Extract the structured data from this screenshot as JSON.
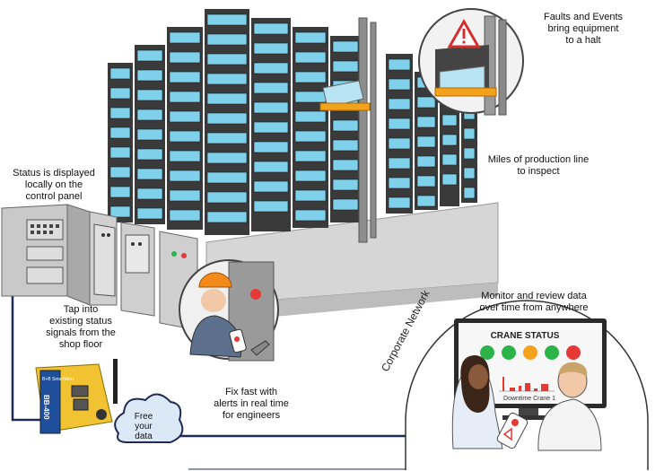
{
  "labels": {
    "faults": [
      "Faults and Events",
      "bring equipment",
      "to a halt"
    ],
    "miles": [
      "Miles of production line",
      "to inspect"
    ],
    "status": [
      "Status is displayed",
      "locally on the",
      "control panel"
    ],
    "tap": [
      "Tap into",
      "existing status",
      "signals from the",
      "shop floor"
    ],
    "fix": [
      "Fix fast with",
      "alerts in real time",
      "for engineers"
    ],
    "free": [
      "Free",
      "your",
      "data"
    ],
    "monitor": [
      "Monitor and review data",
      "over time from anywhere"
    ]
  },
  "network_label": "Corporate Network",
  "dashboard": {
    "title": "CRANE STATUS",
    "subtitle": "Downtime Crane 1",
    "lights": [
      "#2bb34a",
      "#2bb34a",
      "#f3a21b",
      "#2bb34a",
      "#e53935"
    ]
  },
  "device": {
    "model": "BB-400",
    "brand": "B+B SmartWorx"
  },
  "colors": {
    "cabinet_dark": "#3a3a3a",
    "drawer_blue": "#7fd0ea",
    "tray_orange": "#f3a21b",
    "network_line": "#1f2a55",
    "device_yellow": "#f1c232",
    "cloud_blue": "#dbe9f7"
  }
}
